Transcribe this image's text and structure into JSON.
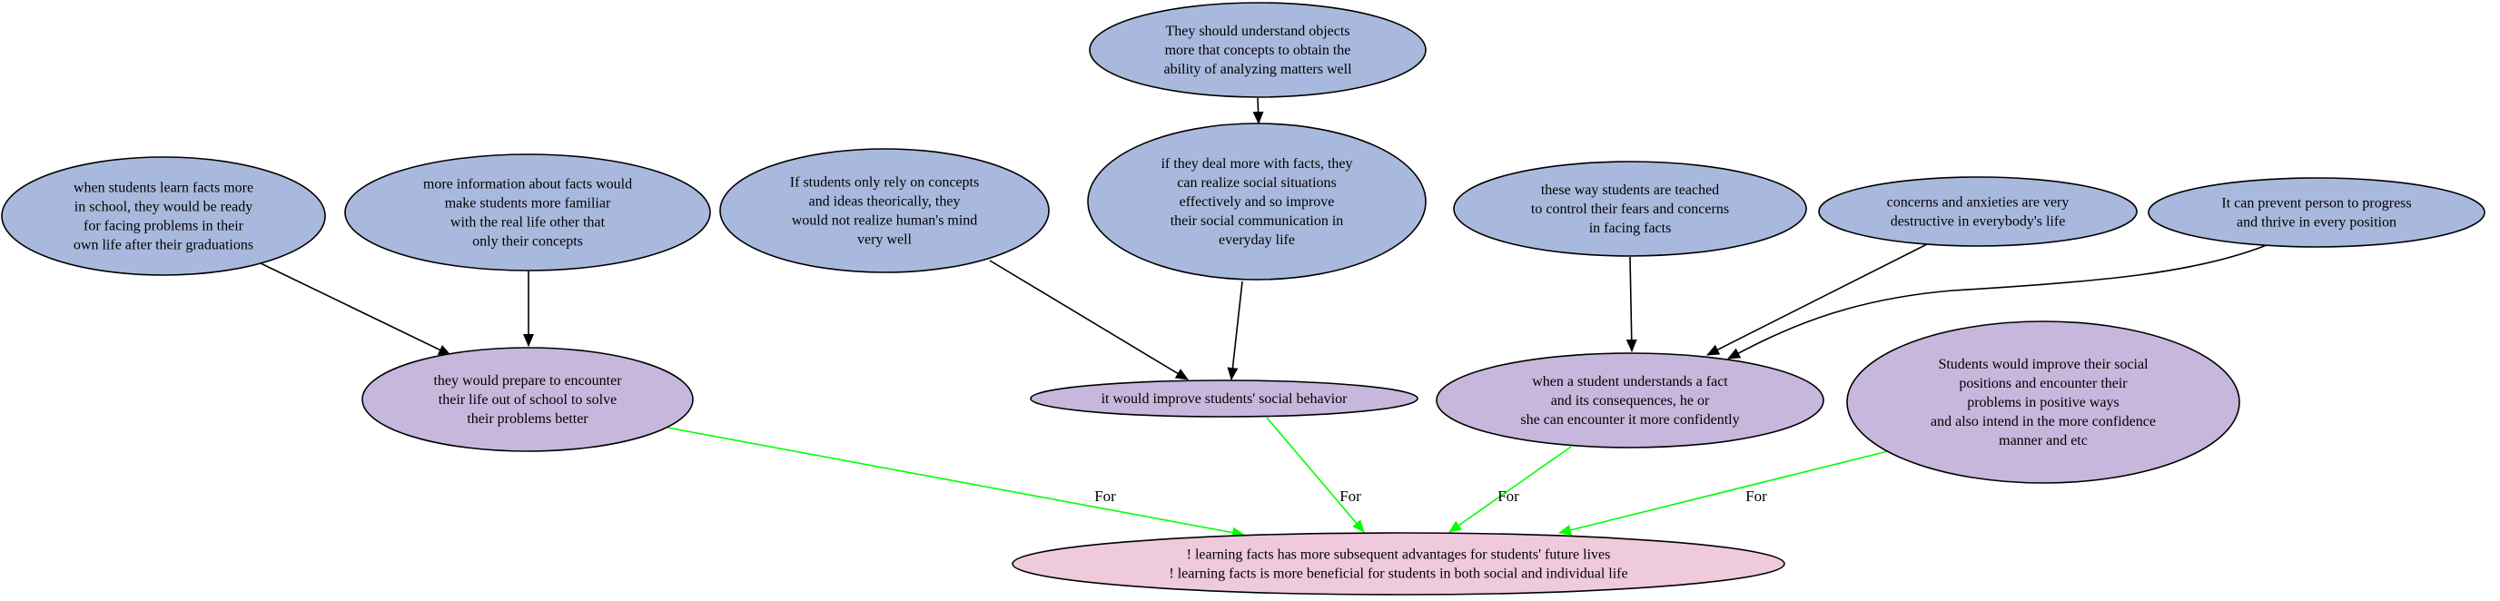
{
  "colors": {
    "premise": "#a9b9dd",
    "intermediate": "#c8b7dc",
    "conclusion": "#efc9dc",
    "support_edge": "#000000",
    "for_edge": "#00ff00"
  },
  "nodes": [
    {
      "id": "n_objects",
      "kind": "premise",
      "lines": [
        "They should understand objects",
        "more that concepts to obtain the",
        "ability of analyzing matters well"
      ]
    },
    {
      "id": "n_ready",
      "kind": "premise",
      "lines": [
        "when students learn facts more",
        "in school, they would be ready",
        "for facing problems in their",
        "own life after their graduations"
      ]
    },
    {
      "id": "n_familiar",
      "kind": "premise",
      "lines": [
        "more information about facts would",
        "make students more familiar",
        "with the real life other that",
        "only their concepts"
      ]
    },
    {
      "id": "n_concepts",
      "kind": "premise",
      "lines": [
        "If students only rely on concepts",
        "and ideas theorically, they",
        "would not realize human's mind",
        "very well"
      ]
    },
    {
      "id": "n_dealfacts",
      "kind": "premise",
      "lines": [
        "if they deal more with facts, they",
        "can realize social situations",
        "effectively and so improve",
        "their social communication in",
        "everyday life"
      ]
    },
    {
      "id": "n_fears",
      "kind": "premise",
      "lines": [
        "these way students are teached",
        "to control their fears and concerns",
        "in facing facts"
      ]
    },
    {
      "id": "n_anxieties",
      "kind": "premise",
      "lines": [
        "concerns and anxieties are very",
        "destructive in everybody's life"
      ]
    },
    {
      "id": "n_progress",
      "kind": "premise",
      "lines": [
        "It can prevent person to progress",
        "and thrive in every position"
      ]
    },
    {
      "id": "n_prepare",
      "kind": "intermediate",
      "lines": [
        "they would prepare to encounter",
        "their life out of school to solve",
        "their problems better"
      ]
    },
    {
      "id": "n_social",
      "kind": "intermediate",
      "lines": [
        "it would improve students' social behavior"
      ]
    },
    {
      "id": "n_confident",
      "kind": "intermediate",
      "lines": [
        "when a student understands a fact",
        "and its consequences, he or",
        "she can encounter it more confidently"
      ]
    },
    {
      "id": "n_positions",
      "kind": "intermediate",
      "lines": [
        "Students would improve their social",
        "positions and encounter their",
        "problems in positive ways",
        "and also intend in the more confidence",
        "manner and etc"
      ]
    },
    {
      "id": "n_claim",
      "kind": "conclusion",
      "lines": [
        "! learning facts has more subsequent advantages for students' future lives",
        "! learning facts is more beneficial for students in both social and individual life"
      ]
    }
  ],
  "edges": [
    {
      "from": "n_objects",
      "to": "n_dealfacts",
      "type": "support",
      "label": ""
    },
    {
      "from": "n_ready",
      "to": "n_prepare",
      "type": "support",
      "label": ""
    },
    {
      "from": "n_familiar",
      "to": "n_prepare",
      "type": "support",
      "label": ""
    },
    {
      "from": "n_concepts",
      "to": "n_social",
      "type": "support",
      "label": ""
    },
    {
      "from": "n_dealfacts",
      "to": "n_social",
      "type": "support",
      "label": ""
    },
    {
      "from": "n_fears",
      "to": "n_confident",
      "type": "support",
      "label": ""
    },
    {
      "from": "n_anxieties",
      "to": "n_confident",
      "type": "support",
      "label": ""
    },
    {
      "from": "n_progress",
      "to": "n_confident",
      "type": "support",
      "label": ""
    },
    {
      "from": "n_prepare",
      "to": "n_claim",
      "type": "for",
      "label": "For"
    },
    {
      "from": "n_social",
      "to": "n_claim",
      "type": "for",
      "label": "For"
    },
    {
      "from": "n_confident",
      "to": "n_claim",
      "type": "for",
      "label": "For"
    },
    {
      "from": "n_positions",
      "to": "n_claim",
      "type": "for",
      "label": "For"
    }
  ]
}
